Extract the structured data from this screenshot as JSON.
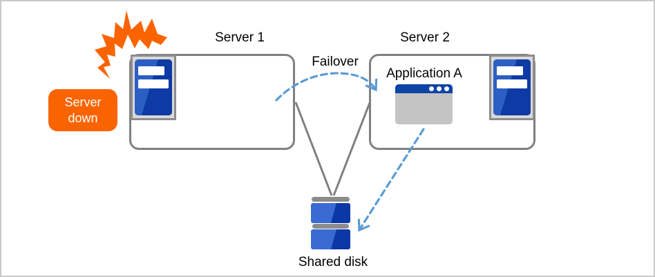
{
  "diagram": {
    "server1": {
      "label": "Server 1"
    },
    "server2": {
      "label": "Server 2"
    },
    "failover_arrow": {
      "label": "Failover",
      "style": "dashed"
    },
    "application": {
      "label": "Application A"
    },
    "shared_disk": {
      "label": "Shared disk"
    },
    "server_down_badge": {
      "line1": "Server",
      "line2": "down"
    },
    "connections": [
      {
        "from": "Server 1",
        "to": "Server 2",
        "style": "dashed-arrow",
        "label": "Failover"
      },
      {
        "from": "Server 1",
        "to": "Shared disk",
        "style": "solid-line"
      },
      {
        "from": "Server 2",
        "to": "Shared disk",
        "style": "solid-line"
      },
      {
        "from": "Application A",
        "to": "Shared disk",
        "style": "dashed-arrow"
      }
    ]
  },
  "icons": {
    "spark": "spark-burst-icon",
    "server1_unit": "server-tower-icon",
    "server2_unit": "server-tower-icon",
    "application_window": "app-window-icon",
    "shared_disk_unit": "disk-stack-icon"
  },
  "colors": {
    "orange": "#FA6400",
    "box_border_gray": "#7F7F7F",
    "icon_frame_fill": "#D9D9D9",
    "icon_frame_border": "#8C8C8C",
    "server_blue_light": "#2C5FC4",
    "server_blue_dark": "#0D3AA4",
    "disk_blue_light": "#3A6BD2",
    "disk_blue_dark": "#0B38A6",
    "disk_gray": "#8C8C8C",
    "app_titlebar_blue": "#0E44A5",
    "app_body_gray": "#C4C4C4",
    "arrow_dashed_blue": "#5B9BD5",
    "label_text": "#000000",
    "badge_text": "#FFFFFF",
    "frame_border": "#C9C9C9"
  }
}
